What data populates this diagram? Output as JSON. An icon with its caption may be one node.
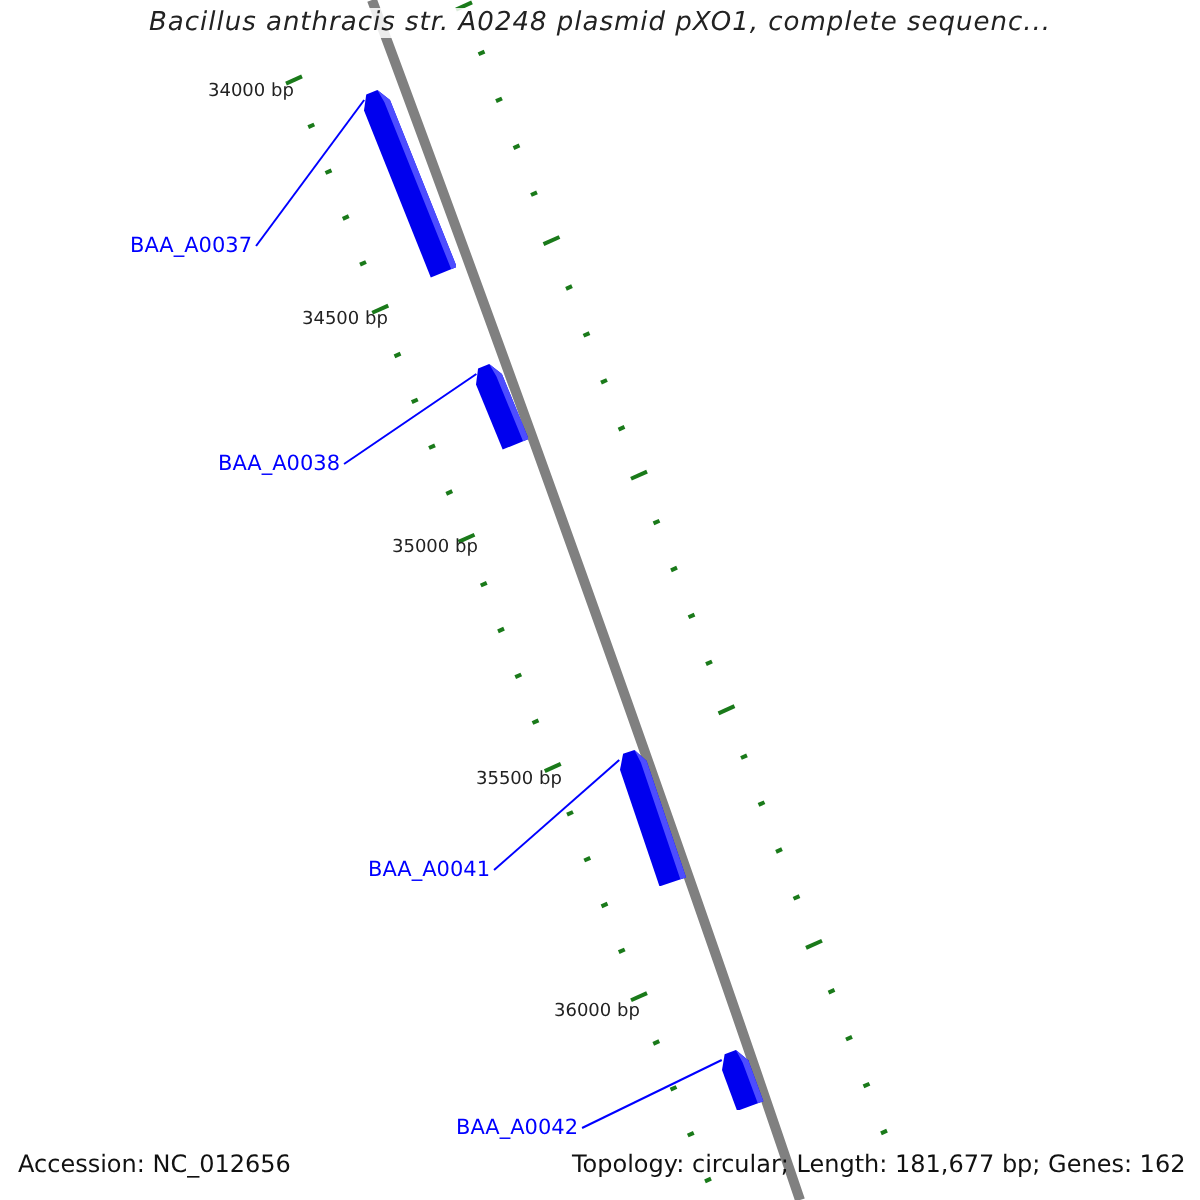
{
  "diagram": {
    "title": "Bacillus anthracis str. A0248 plasmid pXO1, complete sequenc...",
    "nodes": [
      {
        "text": [],
        "shape": "arrow"
      },
      {
        "text": [
          "BAA_A0037"
        ]
      },
      {
        "text": [],
        "shape": "arrow"
      },
      {
        "text": [
          "BAA_A0038"
        ]
      },
      {
        "text": [],
        "shape": "arrow"
      },
      {
        "text": [
          "BAA_A0041"
        ]
      },
      {
        "text": [],
        "shape": "arrow"
      },
      {
        "text": [
          "BAA_A0042"
        ]
      }
    ],
    "edges": [
      {
        "from": 1,
        "to": 0,
        "arrow": "none"
      },
      {
        "from": 3,
        "to": 2,
        "arrow": "none"
      },
      {
        "from": 5,
        "to": 4,
        "arrow": "none"
      },
      {
        "from": 7,
        "to": 6,
        "arrow": "none"
      }
    ],
    "labels": [
      "34000 bp",
      "34500 bp",
      "35000 bp",
      "35500 bp",
      "36000 bp",
      "Accession: NC_012656",
      "Topology: circular; Length: 181,677 bp; Genes: 162"
    ]
  }
}
